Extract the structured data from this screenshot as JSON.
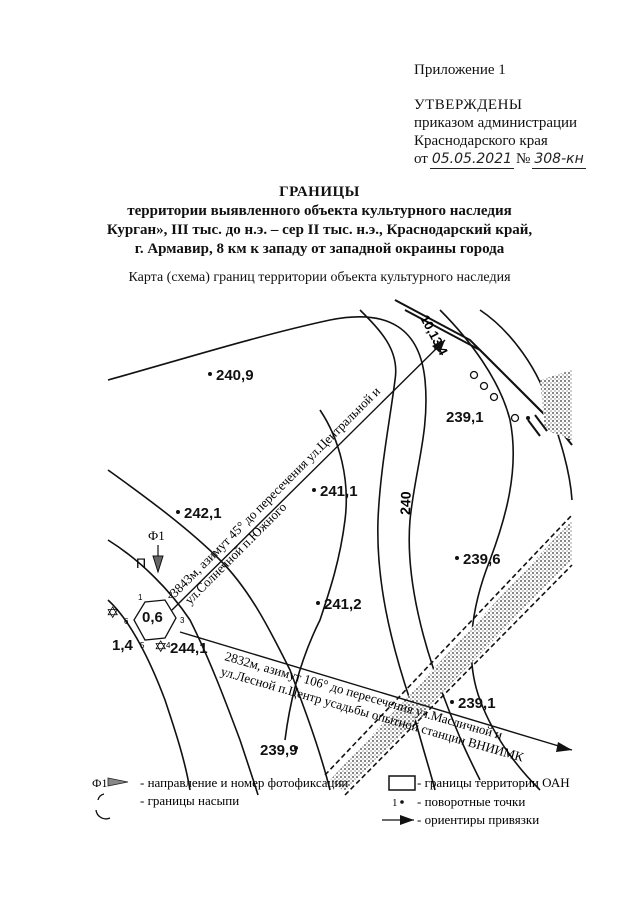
{
  "header": {
    "appendix": "Приложение 1",
    "approved": "УТВЕРЖДЕНЫ",
    "line1": "приказом администрации",
    "line2": "Краснодарского края",
    "date_prefix": "от",
    "date_value": "05.05.2021",
    "number_prefix": "№",
    "number_value": "308-кн"
  },
  "title": {
    "main": "ГРАНИЦЫ",
    "line1": "территории выявленного объекта культурного наследия",
    "line2": "Курган», III тыс. до н.э. – сер II тыс. н.э., Краснодарский край,",
    "line3": "г. Армавир, 8 км к западу от западной окраины города"
  },
  "subtitle": "Карта (схема) границ территории объекта культурного наследия",
  "map": {
    "elevations": [
      "240,9",
      "239,1",
      "242,1",
      "241,1",
      "239,6",
      "241,2",
      "0,6",
      "244,1",
      "239,1",
      "239,9",
      "1,4"
    ],
    "contour_label": "240",
    "road_label": "10,13,4",
    "photo_label": "Ф1",
    "p_label": "П",
    "points": [
      "1",
      "2",
      "3",
      "4",
      "5",
      "6"
    ],
    "azimuth1_line1": "3843м, азимут 45° до пересечения ул.Центральной и",
    "azimuth1_line2": "ул.Солнечной п.Южного",
    "azimuth2_line1": "2832м, азимут 106° до пересечения ул.Масличной и",
    "azimuth2_line2": "ул.Лесной п.Центр усадьбы опытной станции ВНИИМК"
  },
  "legend": {
    "photo_label": "Ф1",
    "photo": "- направление и номер фотофиксации",
    "embankment": "- границы насыпи",
    "oan": "- границы территории ОАН",
    "point_label": "1",
    "turning": "- поворотные точки",
    "reference": "- ориентиры привязки"
  }
}
